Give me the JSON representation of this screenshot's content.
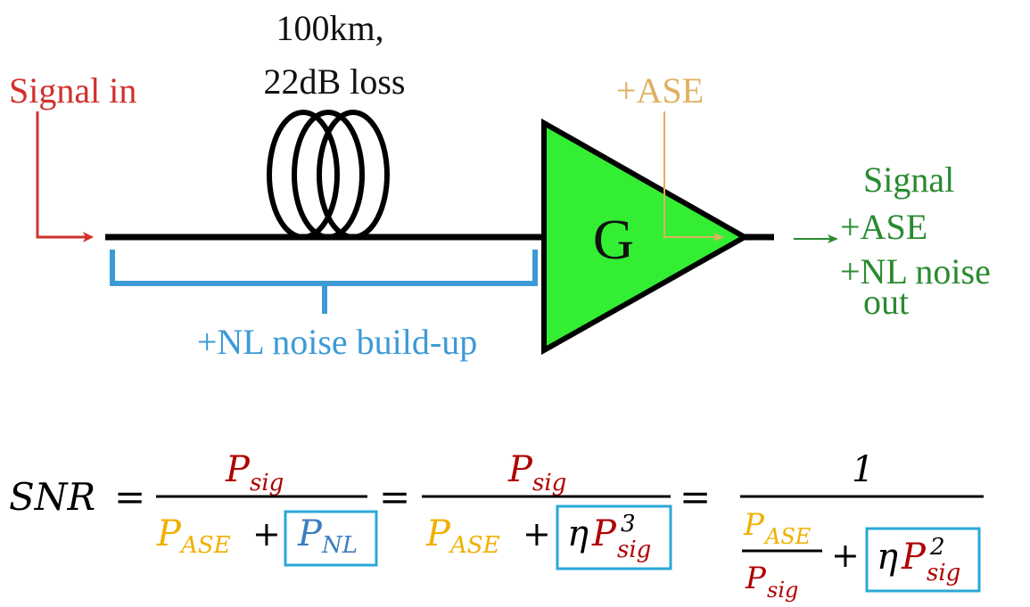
{
  "fiber": {
    "label_line1": "100km,",
    "label_line2": "22dB loss"
  },
  "input": {
    "label": "Signal in"
  },
  "amplifier": {
    "label": "G"
  },
  "ase": {
    "label": "+ASE"
  },
  "nl_bracket": {
    "label": "+NL noise build-up"
  },
  "output": {
    "line1": "Signal",
    "line2": "+ASE",
    "line3": "+NL noise",
    "line4": "out"
  },
  "equation": {
    "snr": "SNR",
    "equals": "=",
    "plus": "+",
    "P": "P",
    "sig": "sig",
    "ase_sub": "ASE",
    "nl_sub": "NL",
    "eta": "η",
    "cube": "3",
    "square": "2",
    "one": "1"
  },
  "colors": {
    "signal_in": "#d0312d",
    "ase": "#e0b060",
    "nl_blue": "#3c9ad6",
    "output_green": "#2a8a30",
    "amp_fill": "#33ee33",
    "dark_red": "#b00000",
    "ase_eq": "#f0b000",
    "box_blue": "#2aa8d8"
  }
}
